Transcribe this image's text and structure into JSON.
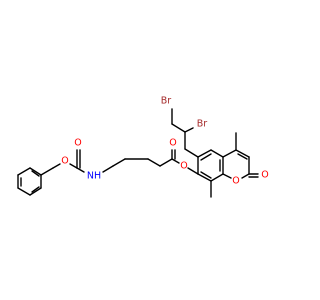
{
  "atoms": {
    "br_top": {
      "label": "Br",
      "color": "#A52A2A"
    },
    "br_mid": {
      "label": "Br",
      "color": "#A52A2A"
    },
    "o_carbamate_carbonyl": {
      "label": "O",
      "color": "#FF0000"
    },
    "o_carbamate_ether": {
      "label": "O",
      "color": "#FF0000"
    },
    "nh": {
      "label": "NH",
      "color": "#0000FF"
    },
    "o_ester_carbonyl": {
      "label": "O",
      "color": "#FF0000"
    },
    "o_ester": {
      "label": "O",
      "color": "#FF0000"
    },
    "o_ring": {
      "label": "O",
      "color": "#FF0000"
    },
    "o_lactone_carbonyl": {
      "label": "O",
      "color": "#FF0000"
    }
  },
  "bond_color": "#000000"
}
